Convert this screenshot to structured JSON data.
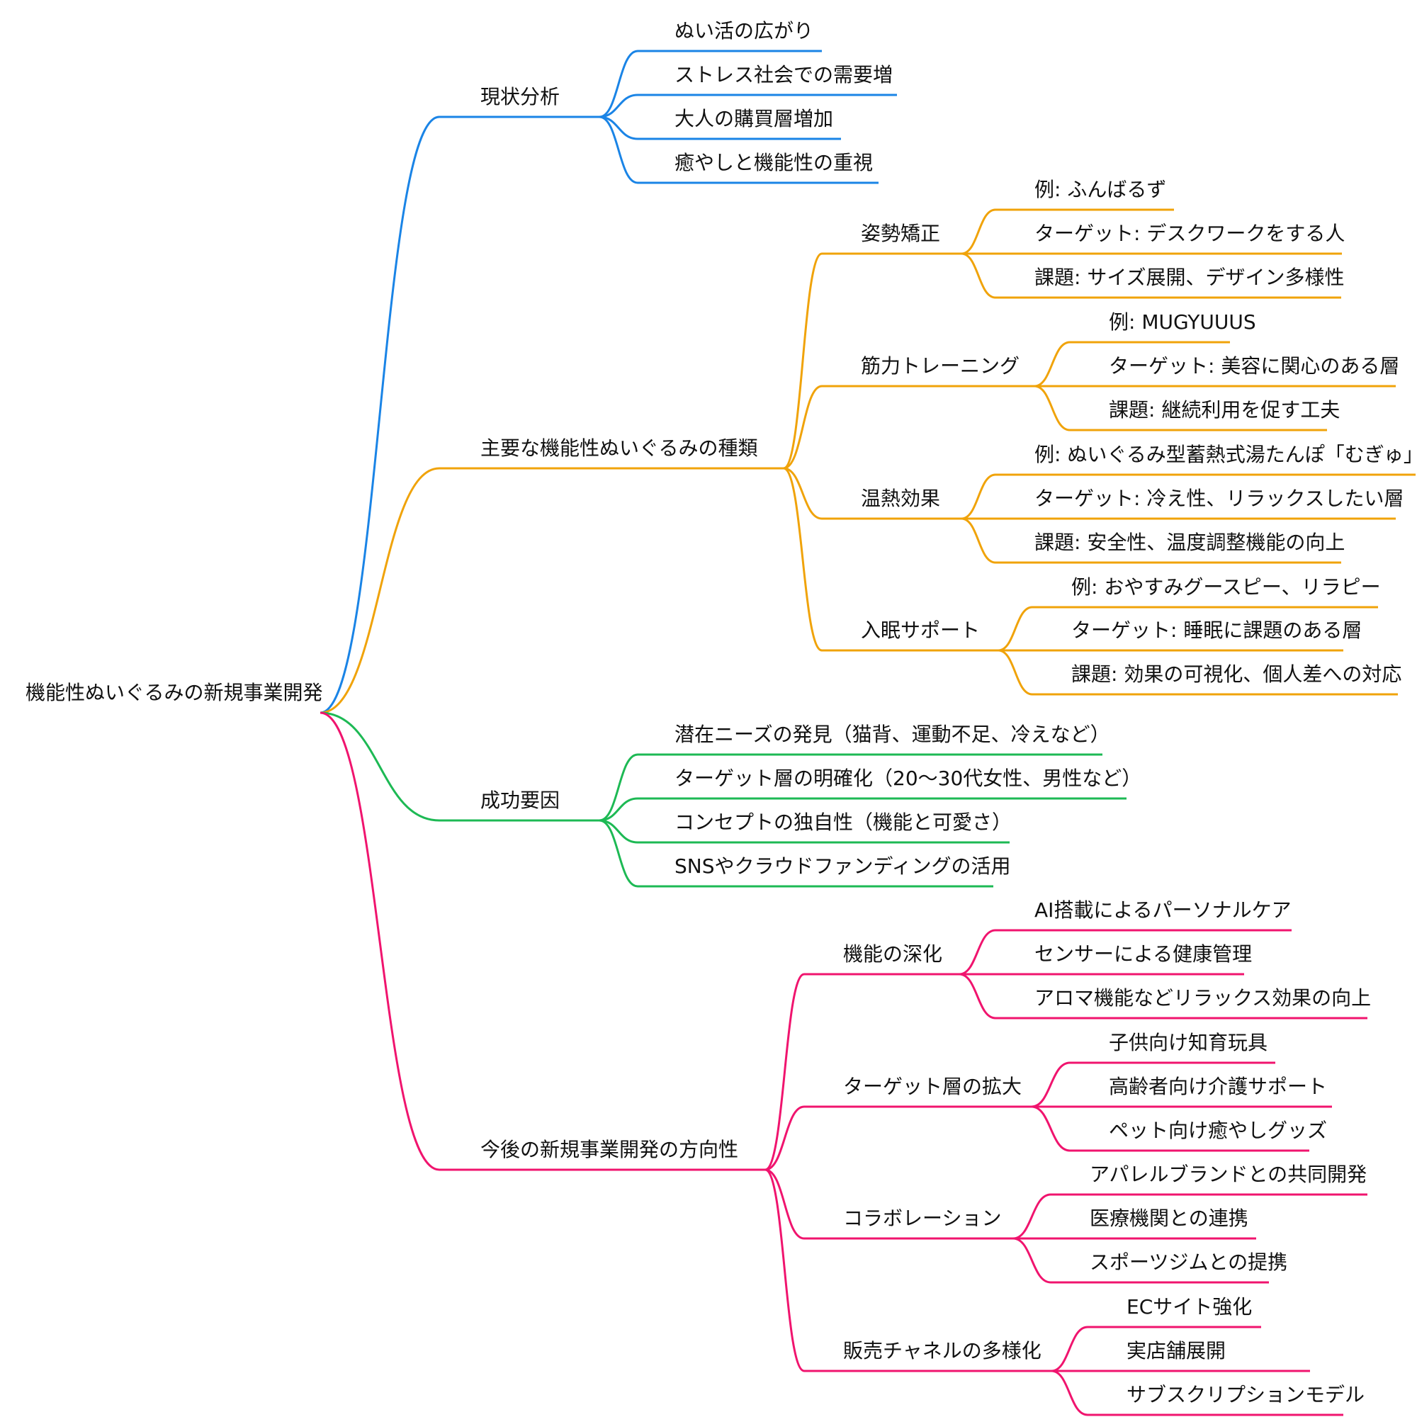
{
  "mindmap": {
    "root": {
      "label": "機能性ぬいぐるみの新規事業開発",
      "branches": [
        {
          "label": "現状分析",
          "color": "#1a84e6",
          "children": [
            {
              "label": "ぬい活の広がり"
            },
            {
              "label": "ストレス社会での需要増"
            },
            {
              "label": "大人の購買層増加"
            },
            {
              "label": "癒やしと機能性の重視"
            }
          ]
        },
        {
          "label": "主要な機能性ぬいぐるみの種類",
          "color": "#f0a30a",
          "children": [
            {
              "label": "姿勢矯正",
              "children": [
                {
                  "label": "例: ふんばるず"
                },
                {
                  "label": "ターゲット: デスクワークをする人"
                },
                {
                  "label": "課題: サイズ展開、デザイン多様性"
                }
              ]
            },
            {
              "label": "筋力トレーニング",
              "children": [
                {
                  "label": "例: MUGYUUUS"
                },
                {
                  "label": "ターゲット: 美容に関心のある層"
                },
                {
                  "label": "課題: 継続利用を促す工夫"
                }
              ]
            },
            {
              "label": "温熱効果",
              "children": [
                {
                  "label": "例: ぬいぐるみ型蓄熱式湯たんぽ「むぎゅ」"
                },
                {
                  "label": "ターゲット: 冷え性、リラックスしたい層"
                },
                {
                  "label": "課題: 安全性、温度調整機能の向上"
                }
              ]
            },
            {
              "label": "入眠サポート",
              "children": [
                {
                  "label": "例: おやすみグースピー、リラピー"
                },
                {
                  "label": "ターゲット: 睡眠に課題のある層"
                },
                {
                  "label": "課題: 効果の可視化、個人差への対応"
                }
              ]
            }
          ]
        },
        {
          "label": "成功要因",
          "color": "#1db954",
          "children": [
            {
              "label": "潜在ニーズの発見（猫背、運動不足、冷えなど）"
            },
            {
              "label": "ターゲット層の明確化（20〜30代女性、男性など）"
            },
            {
              "label": "コンセプトの独自性（機能と可愛さ）"
            },
            {
              "label": "SNSやクラウドファンディングの活用"
            }
          ]
        },
        {
          "label": "今後の新規事業開発の方向性",
          "color": "#f0146e",
          "children": [
            {
              "label": "機能の深化",
              "children": [
                {
                  "label": "AI搭載によるパーソナルケア"
                },
                {
                  "label": "センサーによる健康管理"
                },
                {
                  "label": "アロマ機能などリラックス効果の向上"
                }
              ]
            },
            {
              "label": "ターゲット層の拡大",
              "children": [
                {
                  "label": "子供向け知育玩具"
                },
                {
                  "label": "高齢者向け介護サポート"
                },
                {
                  "label": "ペット向け癒やしグッズ"
                }
              ]
            },
            {
              "label": "コラボレーション",
              "children": [
                {
                  "label": "アパレルブランドとの共同開発"
                },
                {
                  "label": "医療機関との連携"
                },
                {
                  "label": "スポーツジムとの提携"
                }
              ]
            },
            {
              "label": "販売チャネルの多様化",
              "children": [
                {
                  "label": "ECサイト強化"
                },
                {
                  "label": "実店舗展開"
                },
                {
                  "label": "サブスクリプションモデル"
                }
              ]
            }
          ]
        }
      ]
    }
  }
}
